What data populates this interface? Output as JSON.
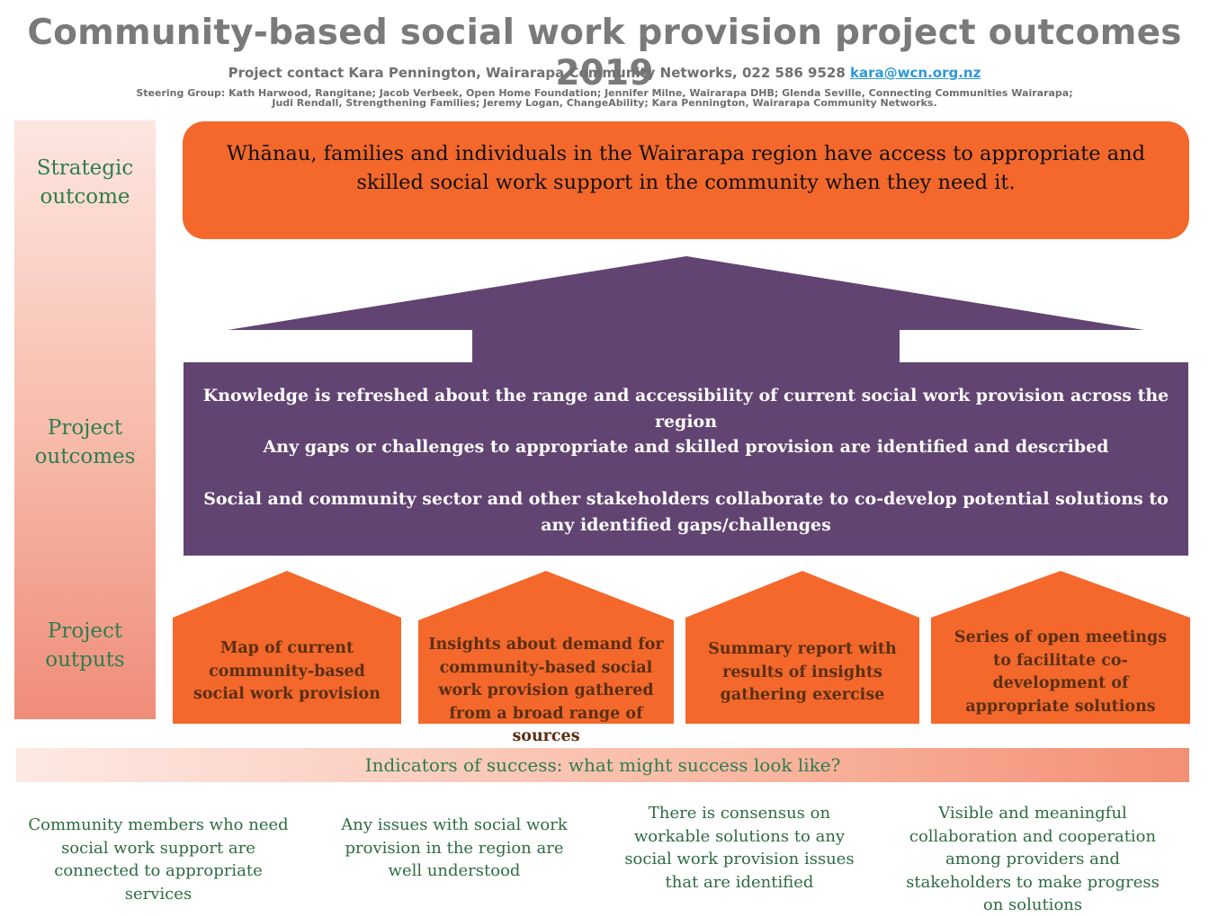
{
  "header": {
    "title": "Community-based social work provision project outcomes 2019",
    "contact_prefix": "Project contact Kara Pennington, Wairarapa Community Networks, 022 586 9528",
    "contact_email": "kara@wcn.org.nz",
    "steering_line1": "Steering Group: Kath Harwood, Rangitane; Jacob Verbeek, Open Home Foundation; Jennifer Milne, Wairarapa DHB; Glenda Seville, Connecting Communities Wairarapa;",
    "steering_line2": "Judi Rendall, Strengthening Families; Jeremy Logan, ChangeAbility; Kara Pennington, Wairarapa Community Networks."
  },
  "left_labels": {
    "strategic": "Strategic outcome",
    "outcomes": "Project outcomes",
    "outputs": "Project outputs"
  },
  "strategic_outcome": "Whānau, families and individuals in the Wairarapa region have access to appropriate and skilled social work support in the community when they need it.",
  "project_outcomes": [
    "Knowledge is refreshed about the range and accessibility of current social work provision across the region",
    "Any gaps or challenges to appropriate and skilled provision are identified and described",
    "Social and community sector and other stakeholders collaborate to co-develop potential solutions to any identified gaps/challenges"
  ],
  "project_outputs": [
    "Map of current community-based social work provision",
    "Insights about demand for community-based social work provision gathered from a broad range of sources",
    "Summary report with results of insights gathering exercise",
    "Series of open meetings to facilitate co-development of appropriate solutions"
  ],
  "indicators": {
    "title": "Indicators of success: what might success look like?",
    "items": [
      "Community members who need social work support are connected to appropriate services",
      "Any issues with social work provision in the region are well understood",
      "There is consensus on workable solutions to any social work provision issues that are identified",
      "Visible and meaningful collaboration and cooperation among providers and stakeholders to make progress on solutions"
    ]
  },
  "colors": {
    "orange": "#f4682c",
    "purple": "#624472",
    "green_text": "#2e7d4f",
    "grey_title": "#7a7a7a",
    "link_blue": "#2e9ad6"
  }
}
